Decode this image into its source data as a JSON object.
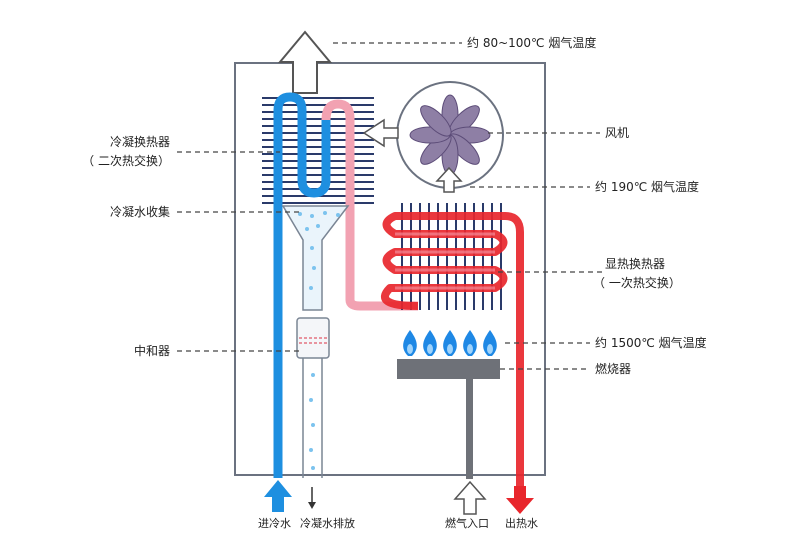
{
  "labels": {
    "flue_exit_temp": "约 80~100℃ 烟气温度",
    "fan": "风机",
    "fan_out_temp": "约 190℃ 烟气温度",
    "primary_hx_line1": "显热换热器",
    "primary_hx_line2": "（ 一次热交换）",
    "flame_temp": "约 1500℃ 烟气温度",
    "burner": "燃烧器",
    "condensing_hx_line1": "冷凝换热器",
    "condensing_hx_line2": "（ 二次热交换）",
    "condensate_collect": "冷凝水收集",
    "neutralizer": "中和器",
    "cold_in": "进冷水",
    "condensate_drain": "冷凝水排放",
    "gas_in": "燃气入口",
    "hot_out": "出热水"
  },
  "colors": {
    "cold_water": "#1e8fe0",
    "hot_water": "#e8262c",
    "warm_water": "#f2a2b2",
    "fins": "#2a3a6a",
    "casing": "#6b7280",
    "flame": "#1e88e5",
    "burner": "#6e7178"
  }
}
